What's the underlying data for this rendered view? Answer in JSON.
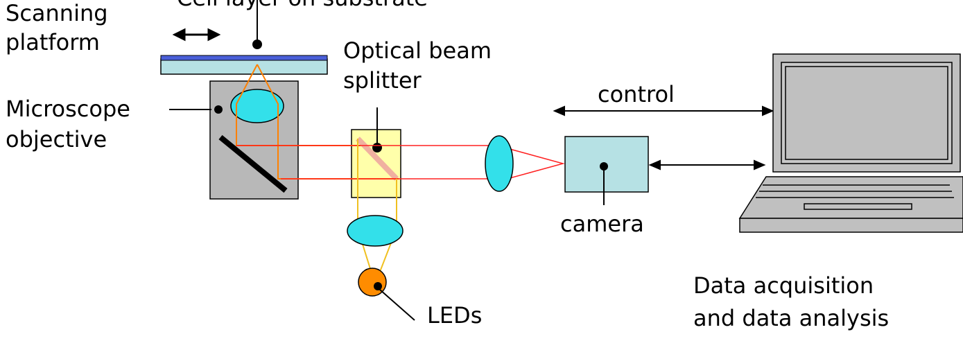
{
  "labels": {
    "top_cut": "Cell layer on substrate",
    "scanning_line1": "Scanning",
    "scanning_line2": "platform",
    "optical_line1": "Optical beam",
    "optical_line2": "splitter",
    "microscope_line1": "Microscope",
    "microscope_line2": "objective",
    "control": "control",
    "camera": "camera",
    "leds": "LEDs",
    "data_line1": "Data acquisition",
    "data_line2": "and data analysis"
  },
  "colors": {
    "lens": "#33e0ea",
    "substrate": "#b6e1e4",
    "substrate_top": "#4a5fd8",
    "objective_box": "#b8b8b8",
    "splitter_box": "#ffffaa",
    "camera_box": "#b6e1e4",
    "red_beam": "#ff2020",
    "orange_beam": "#ff8000",
    "yellow_beam": "#f0c020",
    "led": "#ff8c00",
    "computer": "#c0c0c0"
  }
}
